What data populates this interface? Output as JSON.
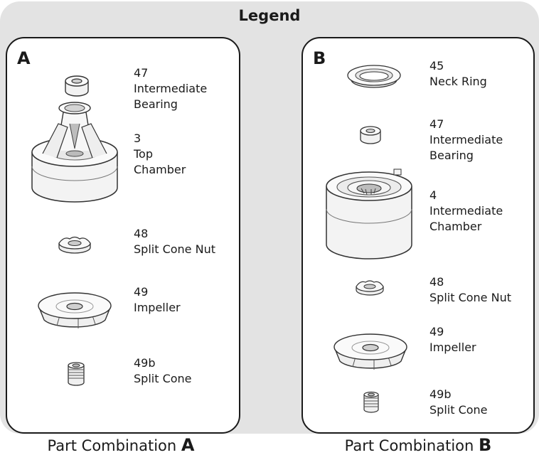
{
  "legend_title": "Legend",
  "panels": [
    {
      "letter": "A",
      "caption_prefix": "Part Combination",
      "caption_letter": "A",
      "parts": [
        {
          "number": "47",
          "name_lines": [
            "Intermediate",
            "Bearing"
          ],
          "icon": "intermediate-bearing-icon"
        },
        {
          "number": "3",
          "name_lines": [
            "Top",
            "Chamber"
          ],
          "icon": "top-chamber-icon"
        },
        {
          "number": "48",
          "name_lines": [
            "Split Cone Nut"
          ],
          "icon": "split-cone-nut-icon"
        },
        {
          "number": "49",
          "name_lines": [
            "Impeller"
          ],
          "icon": "impeller-icon"
        },
        {
          "number": "49b",
          "name_lines": [
            "Split Cone"
          ],
          "icon": "split-cone-icon"
        }
      ]
    },
    {
      "letter": "B",
      "caption_prefix": "Part Combination",
      "caption_letter": "B",
      "parts": [
        {
          "number": "45",
          "name_lines": [
            "Neck Ring"
          ],
          "icon": "neck-ring-icon"
        },
        {
          "number": "47",
          "name_lines": [
            "Intermediate",
            "Bearing"
          ],
          "icon": "intermediate-bearing-icon"
        },
        {
          "number": "4",
          "name_lines": [
            "Intermediate",
            "Chamber"
          ],
          "icon": "intermediate-chamber-icon"
        },
        {
          "number": "48",
          "name_lines": [
            "Split Cone Nut"
          ],
          "icon": "split-cone-nut-icon"
        },
        {
          "number": "49",
          "name_lines": [
            "Impeller"
          ],
          "icon": "impeller-icon"
        },
        {
          "number": "49b",
          "name_lines": [
            "Split Cone"
          ],
          "icon": "split-cone-icon"
        }
      ]
    }
  ]
}
